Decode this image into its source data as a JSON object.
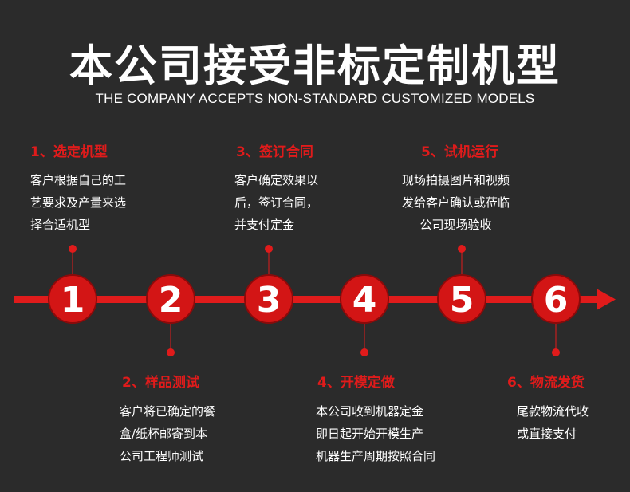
{
  "header": {
    "title": "本公司接受非标定制机型",
    "subtitle": "THE COMPANY ACCEPTS NON-STANDARD CUSTOMIZED MODELS"
  },
  "colors": {
    "background": "#2b2b2b",
    "accent_red": "#e01b1b",
    "circle_red": "#d31515",
    "text": "#ffffff"
  },
  "steps": [
    {
      "number": "1",
      "title": "1、选定机型",
      "lines": [
        "客户根据自己的工",
        "艺要求及产量来选",
        "择合适机型"
      ]
    },
    {
      "number": "2",
      "title": "2、样品测试",
      "lines": [
        "客户将已确定的餐",
        "盒/纸杯邮寄到本",
        "公司工程师测试"
      ]
    },
    {
      "number": "3",
      "title": "3、签订合同",
      "lines": [
        "客户确定效果以",
        "后，签订合同，",
        "并支付定金"
      ]
    },
    {
      "number": "4",
      "title": "4、开模定做",
      "lines": [
        "本公司收到机器定金",
        "即日起开始开模生产",
        "机器生产周期按照合同"
      ]
    },
    {
      "number": "5",
      "title": "5、试机运行",
      "lines": [
        "现场拍摄图片和视频",
        "发给客户确认或莅临",
        "公司现场验收"
      ]
    },
    {
      "number": "6",
      "title": "6、物流发货",
      "lines": [
        "尾款物流代收",
        "或直接支付"
      ]
    }
  ]
}
